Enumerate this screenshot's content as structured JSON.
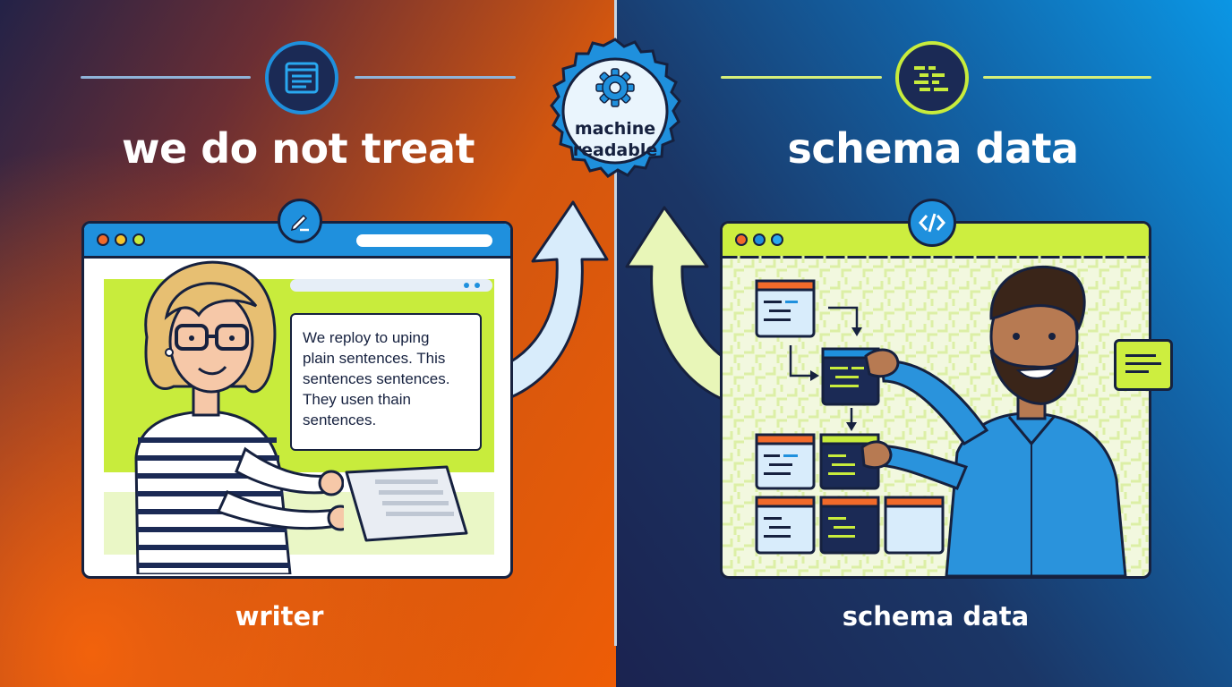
{
  "left": {
    "heading": "we do not treat",
    "window_text_lines": [
      "We reploy to uping",
      "plain sentences. This",
      "sentences sentences.",
      "They usen thain",
      "sentences."
    ],
    "caption": "writer",
    "header_icon": "document-window-icon",
    "window_icon": "pencil-icon"
  },
  "center_badge": {
    "line1": "machine",
    "line2": "readable",
    "icon": "gear-icon"
  },
  "right": {
    "heading": "schema data",
    "caption": "schema data",
    "header_icon": "code-lines-icon",
    "window_icon": "code-brackets-icon"
  },
  "colors": {
    "orange": "#ee5d06",
    "navy": "#1b2350",
    "blue": "#0b96e4",
    "lime": "#cdee3f",
    "outline": "#16213f",
    "badge": "#1f90dd"
  }
}
